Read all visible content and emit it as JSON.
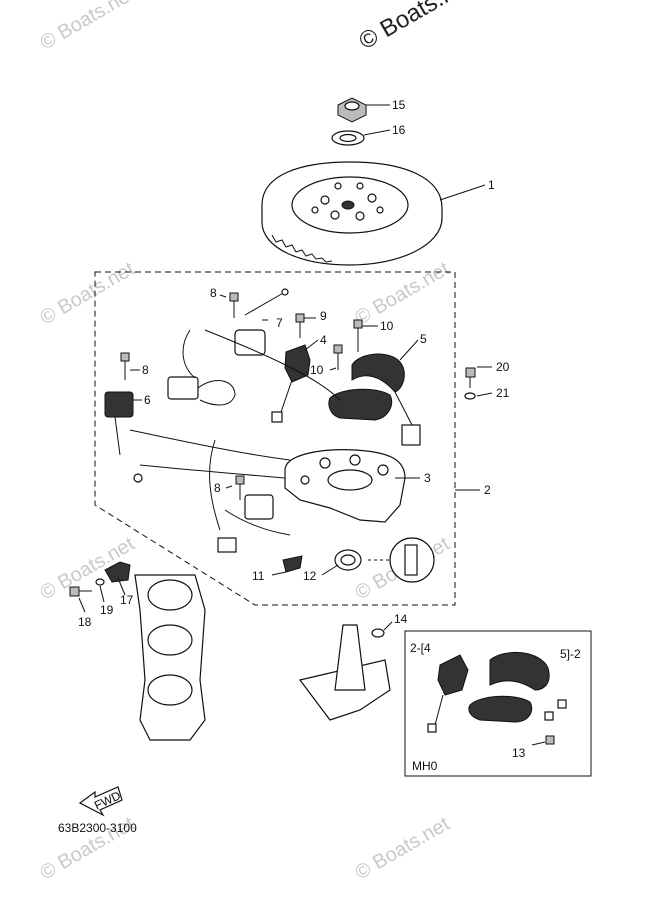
{
  "watermark_top": "© Boats.net",
  "watermark": "© Boats.net",
  "drawing_code": "63B2300-3100",
  "fwd_label": "FWD",
  "inset_code": "MH0",
  "callouts": {
    "c1": "1",
    "c2": "2",
    "c3": "3",
    "c4": "4",
    "c5": "5",
    "c6": "6",
    "c7": "7",
    "c8a": "8",
    "c8b": "8",
    "c8c": "8",
    "c9": "9",
    "c10a": "10",
    "c10b": "10",
    "c11": "11",
    "c12": "12",
    "c13": "13",
    "c14": "14",
    "c15": "15",
    "c16": "16",
    "c17": "17",
    "c18": "18",
    "c19": "19",
    "c20": "20",
    "c21": "21",
    "inset_2_4": "2-[4",
    "inset_5_2": "5]-2"
  }
}
